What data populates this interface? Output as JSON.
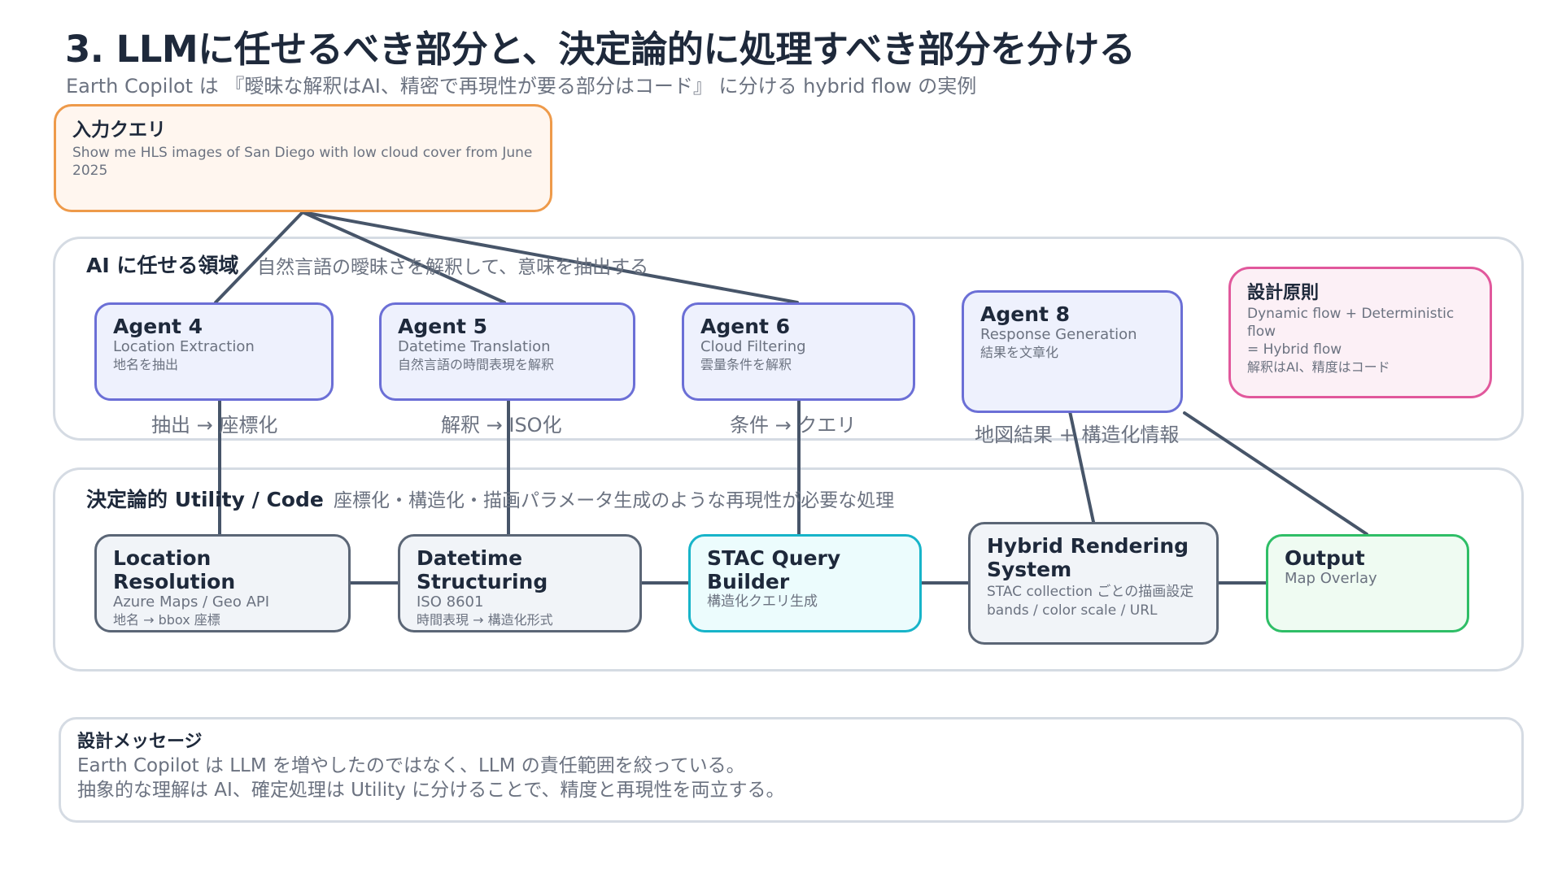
{
  "title": "3. LLMに任せるべき部分と、決定論的に処理すべき部分を分ける",
  "subtitle": "Earth Copilot は 『曖昧な解釈はAI、精密で再現性が要る部分はコード』 に分ける hybrid flow の実例",
  "query": {
    "title": "入力クエリ",
    "text": "Show me HLS images of San Diego with low cloud cover from June 2025"
  },
  "ai_panel": {
    "heading": "AI に任せる領域",
    "description": "自然言語の曖昧さを解釈して、意味を抽出する"
  },
  "utility_panel": {
    "heading": "決定論的 Utility / Code",
    "description": "座標化・構造化・描画パラメータ生成のような再現性が必要な処理"
  },
  "agents": [
    {
      "title": "Agent 4",
      "subtitle": "Location Extraction",
      "note": "地名を抽出"
    },
    {
      "title": "Agent 5",
      "subtitle": "Datetime Translation",
      "note": "自然言語の時間表現を解釈"
    },
    {
      "title": "Agent 6",
      "subtitle": "Cloud Filtering",
      "note": "雲量条件を解釈"
    },
    {
      "title": "Agent 8",
      "subtitle": "Response Generation",
      "note": "結果を文章化"
    }
  ],
  "principle": {
    "title": "設計原則",
    "line1": "Dynamic flow + Deterministic flow",
    "line2": "= Hybrid flow",
    "line3": "解釈はAI、精度はコード"
  },
  "edge_labels": {
    "agent4": "抽出 → 座標化",
    "agent5": "解釈 → ISO化",
    "agent6": "条件 → クエリ",
    "agent8": "地図結果 + 構造化情報"
  },
  "utilities": [
    {
      "title": "Location Resolution",
      "line1": "Azure Maps / Geo API",
      "line2": "地名 → bbox 座標"
    },
    {
      "title": "Datetime Structuring",
      "line1": "ISO 8601",
      "line2": "時間表現 → 構造化形式"
    },
    {
      "title": "STAC Query Builder",
      "line1": "構造化クエリ生成"
    },
    {
      "title": "Hybrid Rendering System",
      "line1": "STAC collection ごとの描画設定",
      "line2": "bands / color scale / URL"
    },
    {
      "title": "Output",
      "line1": "Map Overlay"
    }
  ],
  "message": {
    "title": "設計メッセージ",
    "line1": "Earth Copilot は LLM を増やしたのではなく、LLM の責任範囲を絞っている。",
    "line2": "抽象的な理解は AI、確定処理は Utility に分けることで、精度と再現性を両立する。"
  },
  "colors": {
    "agent_border": "#6b6fd6",
    "agent_fill": "#eef1fd",
    "utility_border": "#5b6676",
    "query_border": "#ee9a4a",
    "stac_border": "#17b4c9",
    "output_border": "#2fbe67",
    "principle_border": "#e1589c",
    "connector": "#475569"
  }
}
